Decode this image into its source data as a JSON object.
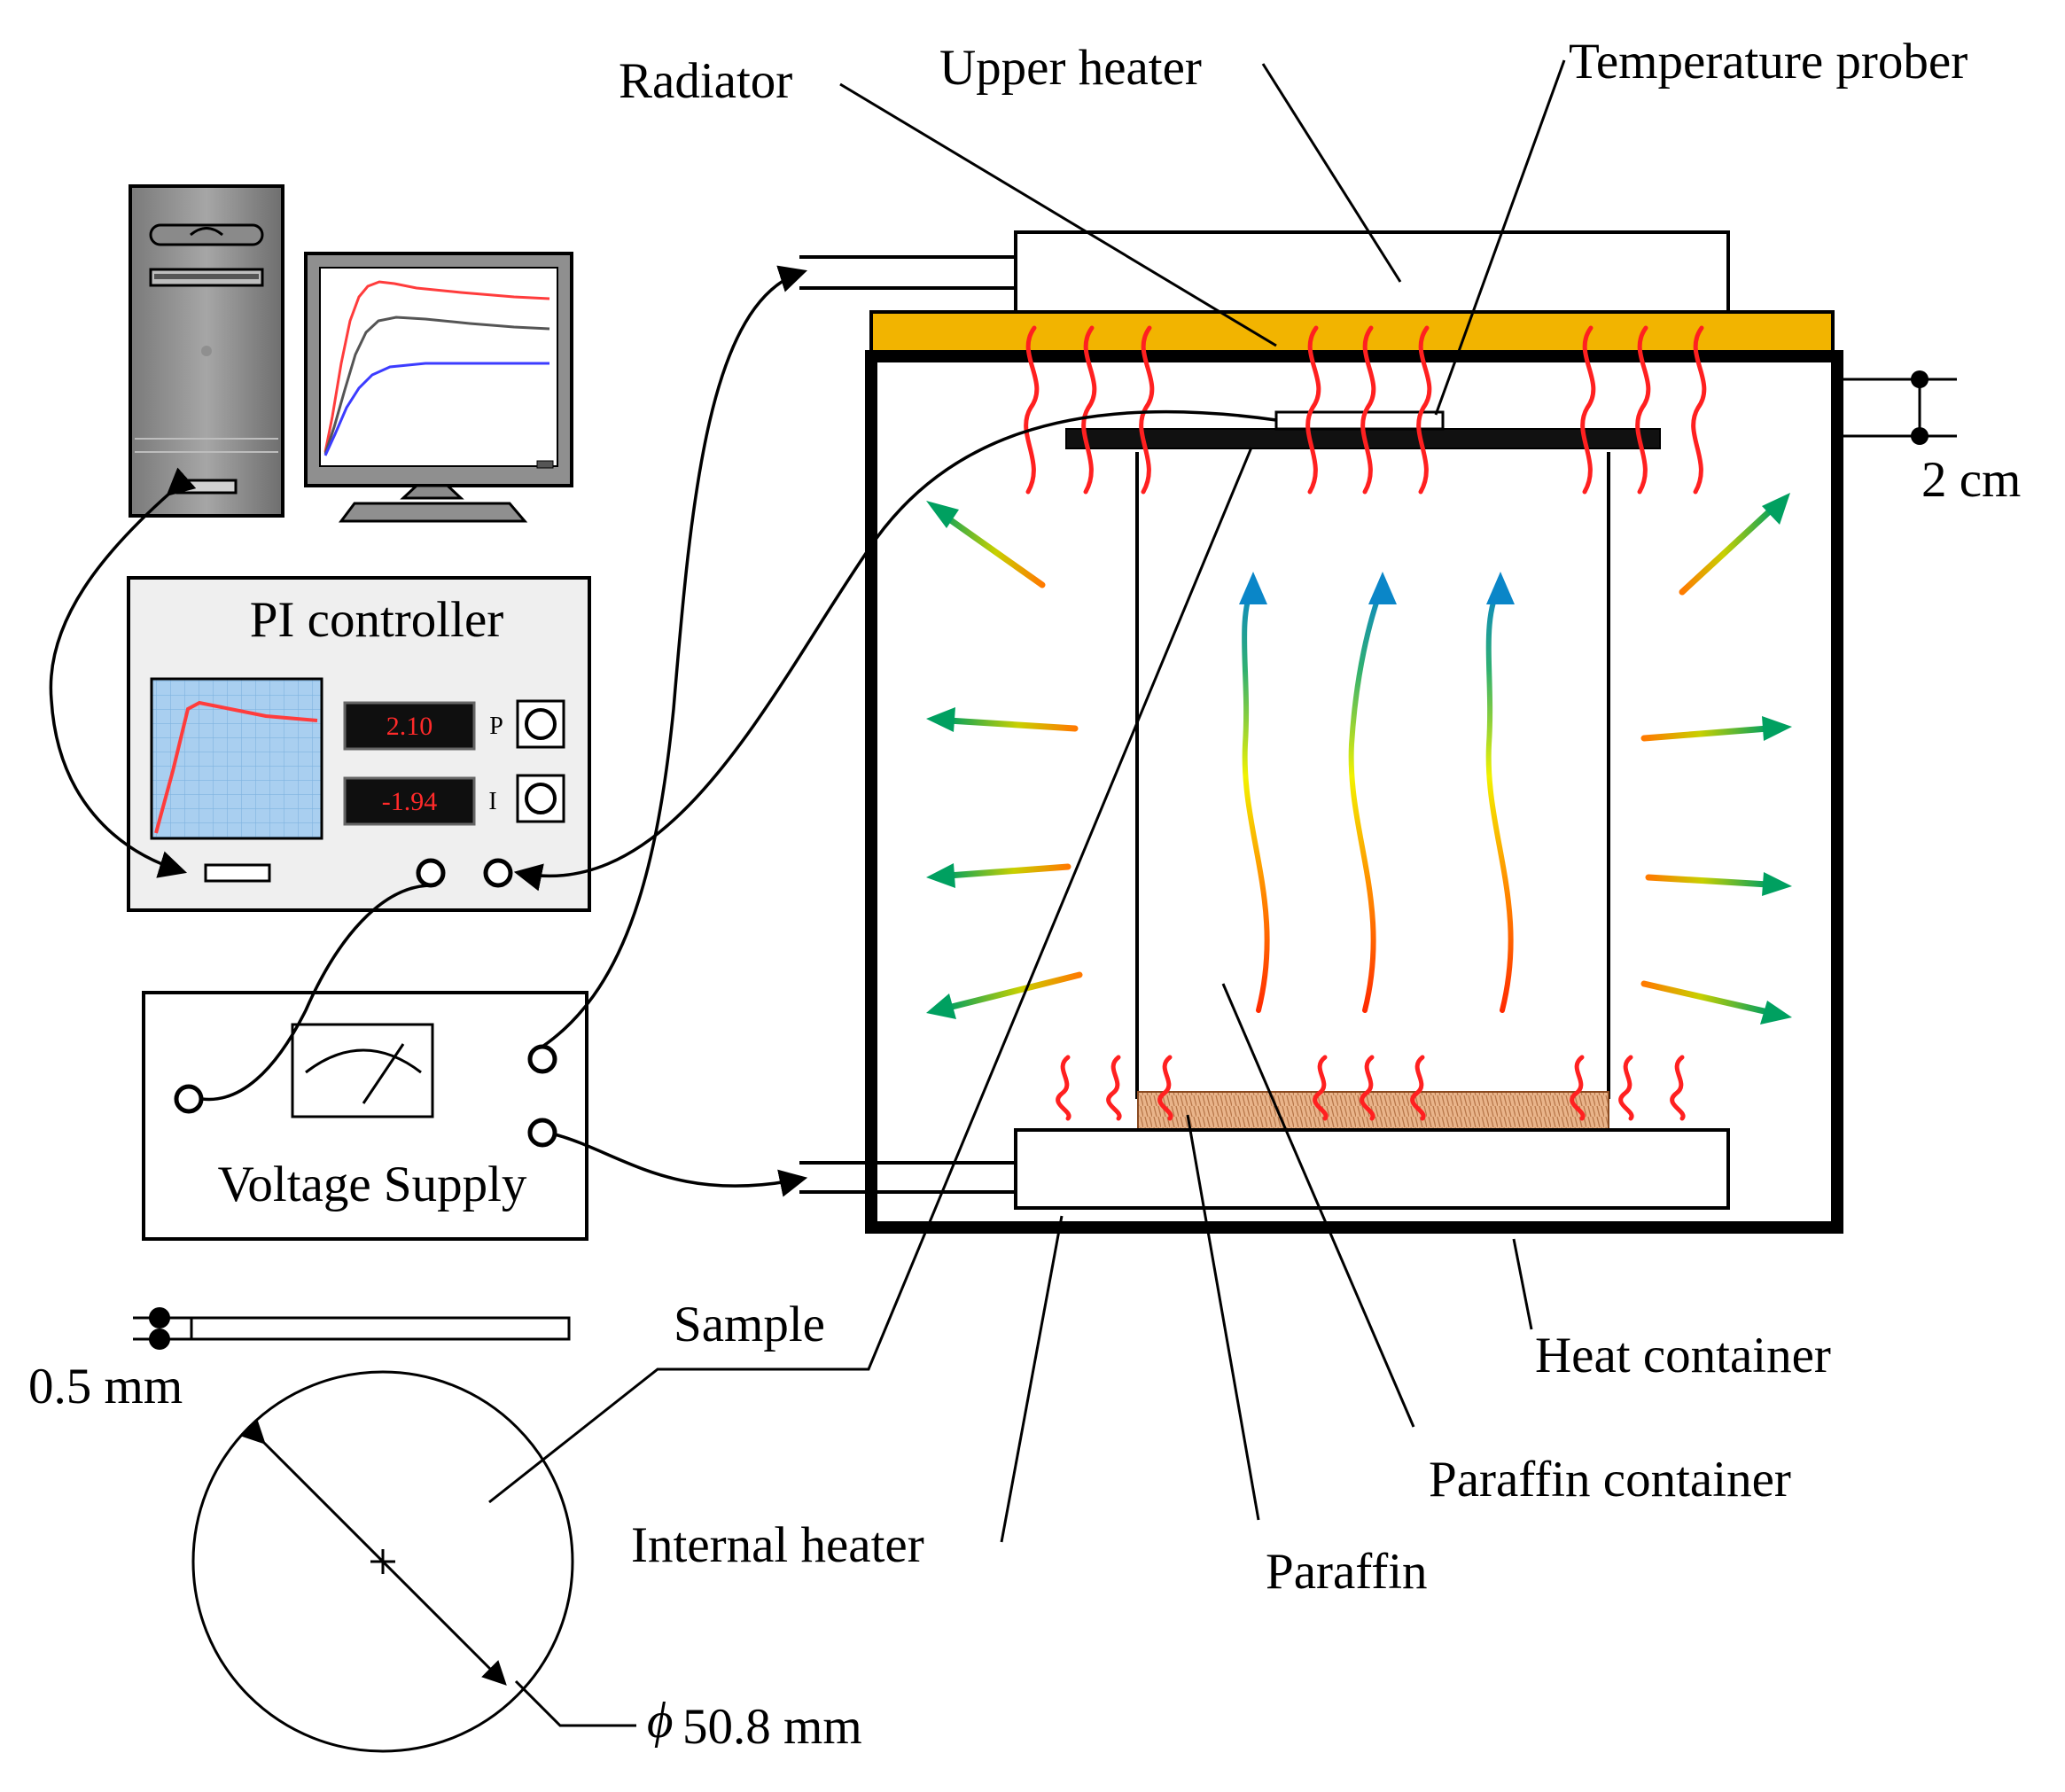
{
  "labels": {
    "radiator": "Radiator",
    "upper_heater": "Upper heater",
    "temperature_prober": "Temperature prober",
    "dim_2cm": "2 cm",
    "pi_controller": "PI controller",
    "voltage_supply": "Voltage Supply",
    "sample": "Sample",
    "dim_thickness": "0.5 mm",
    "phi_symbol": "ϕ",
    "dim_diameter": "50.8 mm",
    "heat_container": "Heat container",
    "paraffin_container": "Paraffin container",
    "internal_heater": "Internal heater",
    "paraffin": "Paraffin"
  },
  "pi_controller": {
    "p_value": "2.10",
    "p_label": "P",
    "i_value": "-1.94",
    "i_label": "I"
  },
  "colors": {
    "radiator_plate": "#f2b400",
    "heat_wave": "#ff2020",
    "paraffin": "#e9b48a",
    "plot_background": "#a9cff0",
    "plot_line": "#ff3c3c",
    "monitor_curve_red": "#ff3c3c",
    "monitor_curve_gray": "#555555",
    "monitor_curve_blue": "#3c3cff",
    "readout_text": "#ff2a2a"
  }
}
